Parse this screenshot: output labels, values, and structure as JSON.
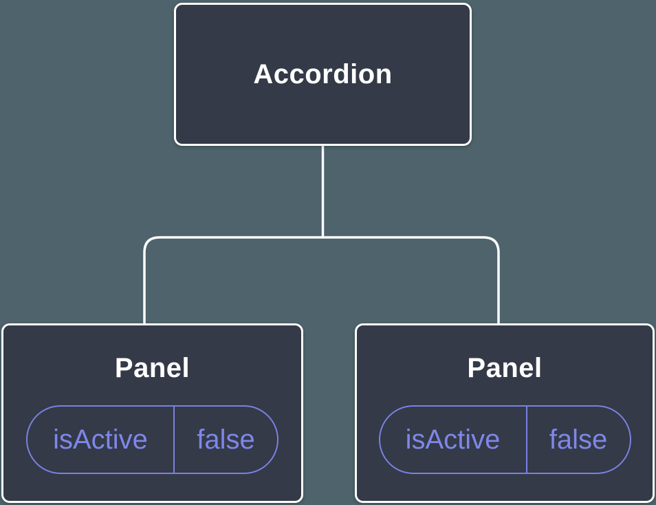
{
  "diagram": {
    "type": "component-tree",
    "root": {
      "label": "Accordion"
    },
    "children": [
      {
        "label": "Panel",
        "state": {
          "key": "isActive",
          "value": "false"
        }
      },
      {
        "label": "Panel",
        "state": {
          "key": "isActive",
          "value": "false"
        }
      }
    ],
    "colors": {
      "background": "#4e636b",
      "node_fill": "#343a47",
      "node_border": "#ffffff",
      "connector": "#ffffff",
      "state_accent": "#7a81e4",
      "state_text": "#7e87ea",
      "title_text": "#ffffff"
    }
  }
}
